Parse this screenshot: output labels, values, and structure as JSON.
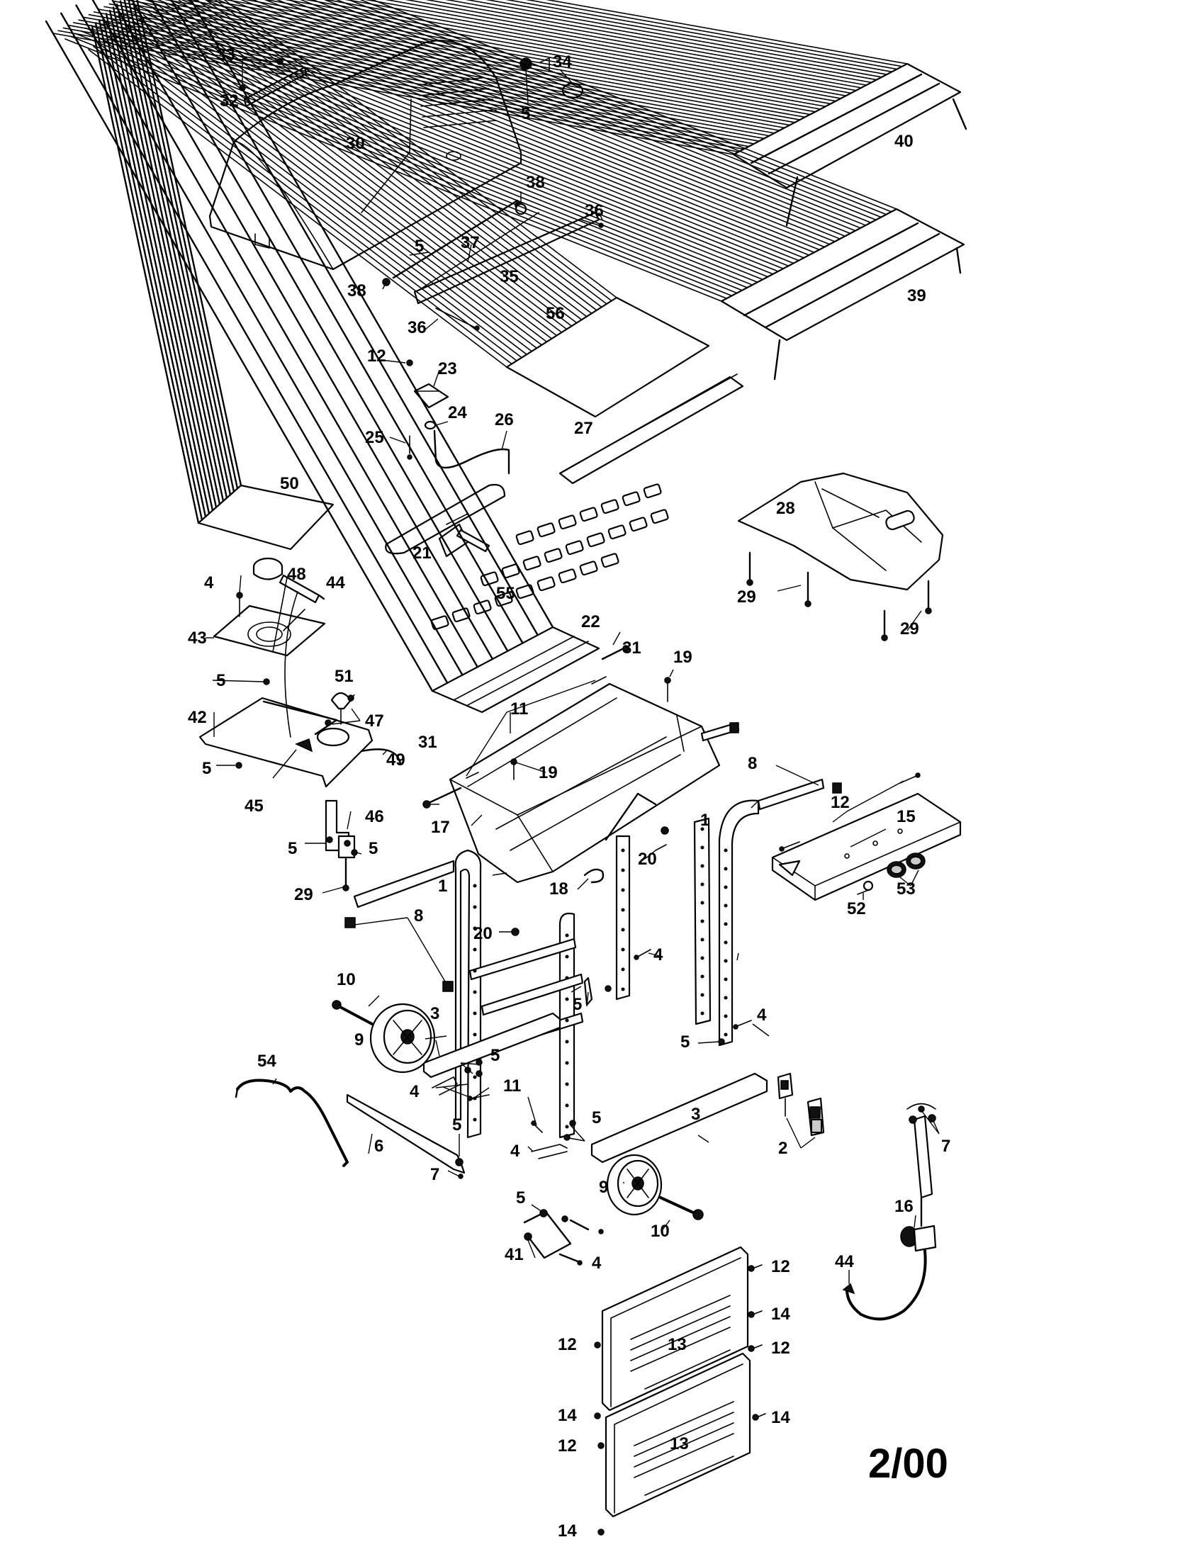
{
  "diagram_date": "2/00",
  "callouts": [
    "1",
    "2",
    "3",
    "4",
    "5",
    "6",
    "7",
    "8",
    "9",
    "10",
    "11",
    "12",
    "13",
    "14",
    "15",
    "16",
    "17",
    "18",
    "19",
    "20",
    "21",
    "22",
    "23",
    "24",
    "25",
    "26",
    "27",
    "28",
    "29",
    "30",
    "31",
    "32",
    "33",
    "34",
    "35",
    "36",
    "37",
    "38",
    "39",
    "40",
    "41",
    "42",
    "43",
    "44",
    "45",
    "46",
    "47",
    "48",
    "49",
    "50",
    "51",
    "52",
    "53",
    "54",
    "55",
    "56"
  ]
}
